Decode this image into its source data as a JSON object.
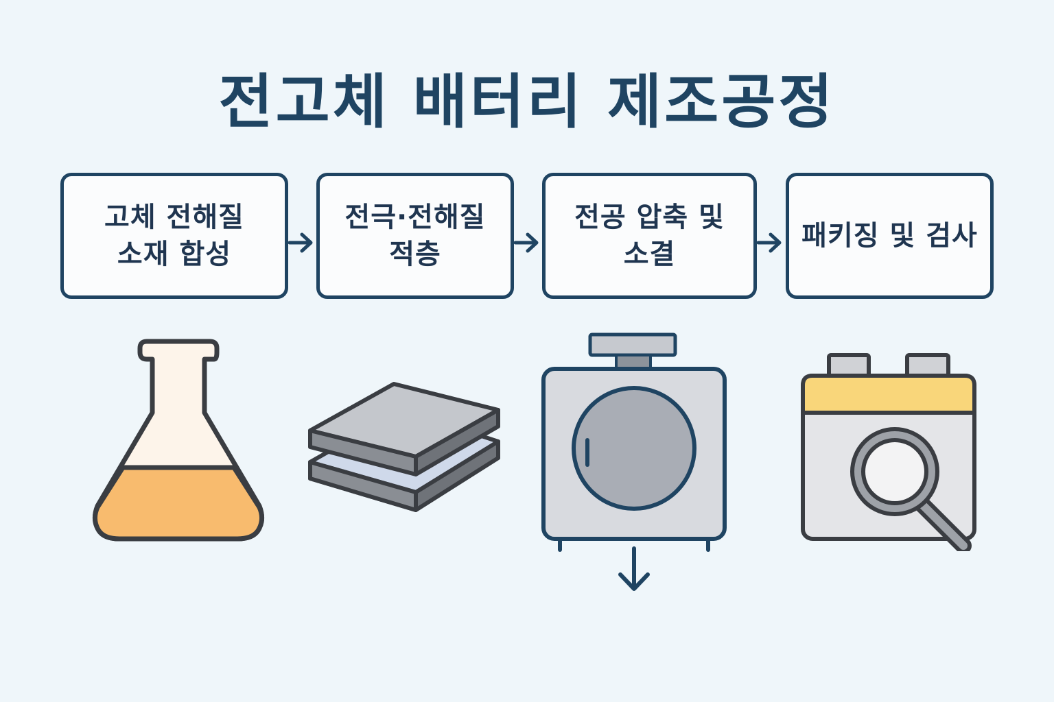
{
  "title": "전고체 배터리 제조공정",
  "steps": [
    {
      "label": "고체 전해질\n소재 합성",
      "icon": "flask-icon"
    },
    {
      "label": "전극·전해질\n적층",
      "icon": "stacked-layers-icon"
    },
    {
      "label": "전공 압축 및\n소결",
      "icon": "press-machine-icon"
    },
    {
      "label": "패키징 및 검사",
      "icon": "battery-inspection-icon"
    }
  ],
  "colors": {
    "outline": "#1f4462",
    "background": "#eff6fa",
    "liquid": "#f8bb6e",
    "battery_top": "#f9d67a",
    "metal": "#c6c9cf"
  }
}
